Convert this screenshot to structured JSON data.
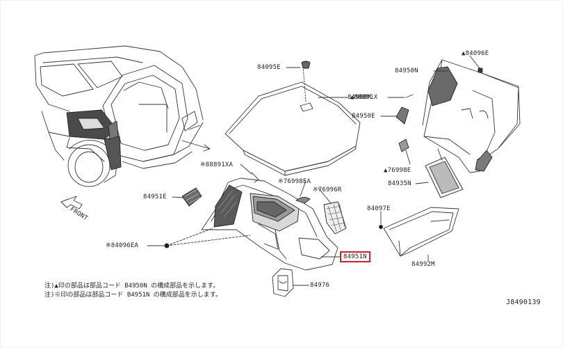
{
  "diagram": {
    "part_labels": {
      "p84095E": "84095E",
      "p84908M": "84908M",
      "p88891XA": "※88891XA",
      "p76998EA": "※76998EA",
      "p76996R": "※76996R",
      "p84951E": "84951E",
      "p84096EA": "※84096EA",
      "p84951N": "84951N",
      "p84976": "84976",
      "p84096E": "▲84096E",
      "p84950N": "84950N",
      "p88891X": "▲88891X",
      "p84950E": "84950E",
      "p76998E": "▲76998E",
      "p84935N": "84935N",
      "p84097E": "84097E",
      "p84992M": "84992M",
      "front": "FRONT"
    },
    "notes": [
      "注)▲印の部品は部品コード B4950N の構成部品を示します。",
      "注)※印の部品は部品コード B4951N の構成部品を示します。"
    ],
    "diagram_id": "J8490139",
    "highlight_color": "#d0202b"
  }
}
